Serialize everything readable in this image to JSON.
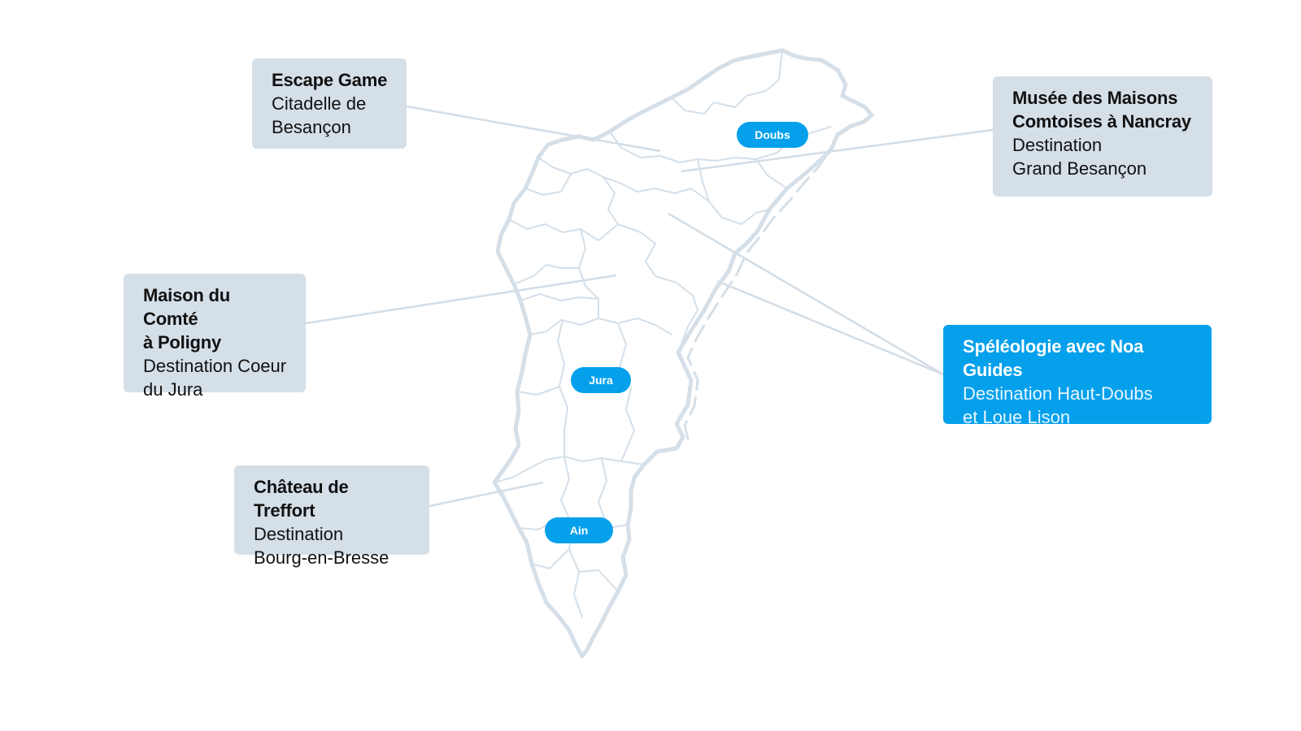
{
  "colors": {
    "card_background": "#d5dfe8",
    "highlight_background": "#04a0ec",
    "map_outline": "#d5dfe8",
    "connector_line": "#d3dde6",
    "pill_background": "#04a0ec"
  },
  "departments": [
    {
      "label": "Doubs"
    },
    {
      "label": "Jura"
    },
    {
      "label": "Ain"
    }
  ],
  "places": [
    {
      "title": "Escape Game",
      "lines": [
        "Citadelle de",
        "Besançon"
      ]
    },
    {
      "title_lines": [
        "Musée des Maisons",
        "Comtoises à Nancray"
      ],
      "lines": [
        "Destination",
        "Grand Besançon"
      ]
    },
    {
      "title_lines": [
        "Maison du Comté",
        "à Poligny"
      ],
      "lines": [
        "Destination Coeur",
        "du Jura"
      ]
    },
    {
      "title": "Spéléologie avec Noa Guides",
      "lines": [
        "Destination Haut-Doubs",
        "et Loue Lison"
      ],
      "highlighted": true
    },
    {
      "title": "Château de Treffort",
      "lines": [
        "Destination",
        "Bourg-en-Bresse"
      ]
    }
  ]
}
